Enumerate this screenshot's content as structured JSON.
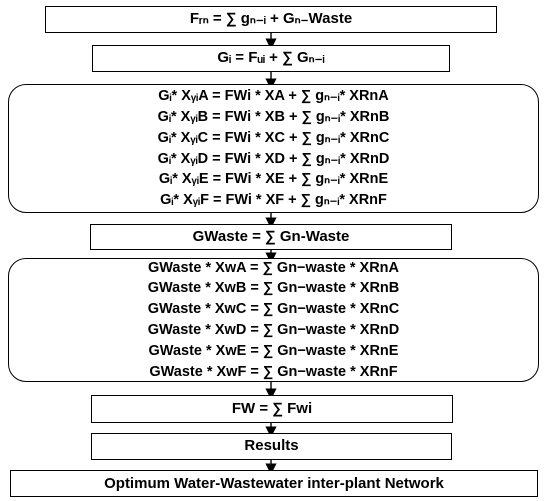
{
  "steps": {
    "frn": "Fᵣₙ = ∑ gₙ₋ᵢ + Gₙ₋Waste",
    "gi": "Gᵢ = Fᵤᵢ + ∑ Gₙ₋ᵢ",
    "mass_balance": [
      "Gᵢ* XᵧᵢA = FWi * XA + ∑ gₙ₋ᵢ* XRnA",
      "Gᵢ* XᵧᵢB = FWi * XB + ∑ gₙ₋ᵢ* XRnB",
      "Gᵢ* XᵧᵢC = FWi * XC + ∑ gₙ₋ᵢ* XRnC",
      "Gᵢ* XᵧᵢD = FWi * XD + ∑ gₙ₋ᵢ* XRnD",
      "Gᵢ* XᵧᵢE = FWi * XE + ∑ gₙ₋ᵢ* XRnE",
      "Gᵢ* XᵧᵢF = FWi * XF + ∑ gₙ₋ᵢ* XRnF"
    ],
    "gwaste": "GWaste = ∑ Gn-Waste",
    "waste_balance": [
      "GWaste * XwA = ∑ Gn−waste * XRnA",
      "GWaste * XwB = ∑ Gn−waste * XRnB",
      "GWaste * XwC = ∑ Gn−waste * XRnC",
      "GWaste * XwD = ∑ Gn−waste * XRnD",
      "GWaste * XwE = ∑ Gn−waste * XRnE",
      "GWaste * XwF = ∑ Gn−waste * XRnF"
    ],
    "fw": "FW = ∑ Fwi",
    "results": "Results",
    "network": "Optimum Water-Wastewater inter-plant Network"
  }
}
